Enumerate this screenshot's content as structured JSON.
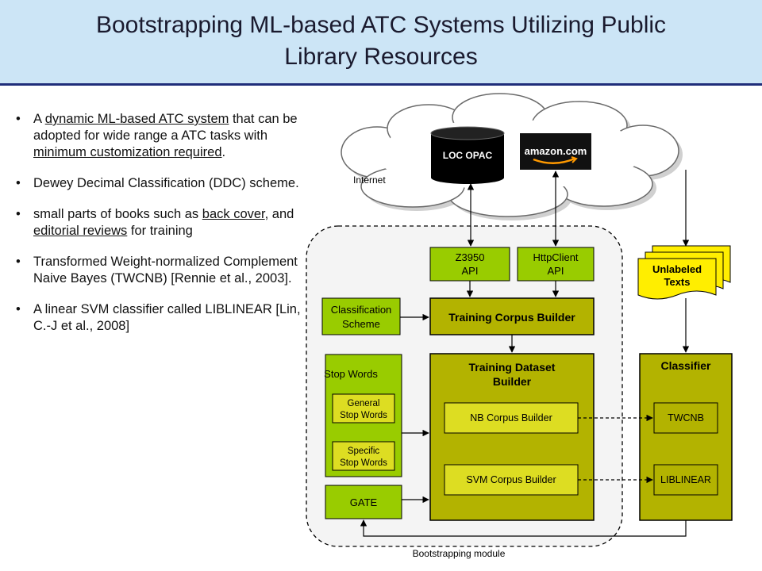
{
  "title": {
    "line1": "Bootstrapping ML-based ATC Systems Utilizing Public",
    "line2": "Library Resources"
  },
  "bullets": [
    {
      "parts": [
        {
          "text": "A ",
          "u": false
        },
        {
          "text": "dynamic ML-based ATC system",
          "u": true
        },
        {
          "text": " that can be adopted for wide range a ATC tasks with ",
          "u": false
        },
        {
          "text": "minimum customization required",
          "u": true
        },
        {
          "text": ".",
          "u": false
        }
      ]
    },
    {
      "parts": [
        {
          "text": "Dewey Decimal Classification (DDC) scheme.",
          "u": false
        }
      ]
    },
    {
      "parts": [
        {
          "text": "small parts of books such as ",
          "u": false
        },
        {
          "text": "back cover",
          "u": true
        },
        {
          "text": ", and ",
          "u": false
        },
        {
          "text": "editorial reviews",
          "u": true
        },
        {
          "text": " for training",
          "u": false
        }
      ]
    },
    {
      "parts": [
        {
          "text": "Transformed Weight-normalized Complement Naive Bayes (TWCNB) [Rennie et al., 2003].",
          "u": false
        }
      ]
    },
    {
      "parts": [
        {
          "text": "A linear SVM classifier called LIBLINEAR [Lin, C.-J et al., 2008]",
          "u": false
        }
      ]
    }
  ],
  "diagram": {
    "internet_label": "Internet",
    "loc_opac": "LOC OPAC",
    "amazon": "amazon.com",
    "z3950": {
      "line1": "Z3950",
      "line2": "API"
    },
    "httpclient": {
      "line1": "HttpClient",
      "line2": "API"
    },
    "classification_scheme": {
      "line1": "Classification",
      "line2": "Scheme"
    },
    "training_corpus_builder": "Training Corpus Builder",
    "unlabeled_texts": {
      "line1": "Unlabeled",
      "line2": "Texts"
    },
    "stop_words": "Stop Words",
    "general_stop_words": {
      "line1": "General",
      "line2": "Stop Words"
    },
    "specific_stop_words": {
      "line1": "Specific",
      "line2": "Stop Words"
    },
    "training_dataset_builder": {
      "line1": "Training Dataset",
      "line2": "Builder"
    },
    "nb_corpus_builder": "NB Corpus Builder",
    "svm_corpus_builder": "SVM Corpus Builder",
    "classifier": "Classifier",
    "twcnb": "TWCNB",
    "liblinear": "LIBLINEAR",
    "gate": "GATE",
    "bootstrapping_module": "Bootstrapping module",
    "colors": {
      "olive": "#b3b300",
      "green": "#99cc00",
      "yellow_box": "#dddd22",
      "note_yellow": "#ffee00",
      "module_bg": "#f4f4f4"
    }
  }
}
